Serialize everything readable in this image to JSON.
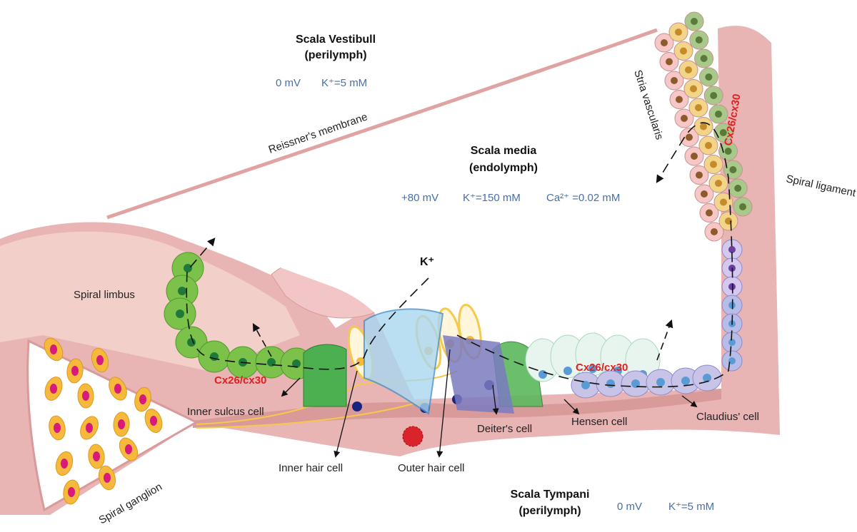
{
  "scala_vestibuli": {
    "title": "Scala Vestibull",
    "subtitle": "(perilymph)",
    "potential": "0 mV",
    "potassium": "K⁺=5 mM"
  },
  "scala_media": {
    "title": "Scala media",
    "subtitle": "(endolymph)",
    "potential": "+80 mV",
    "potassium": "K⁺=150 mM",
    "calcium": "Ca²⁺ =0.02 mM"
  },
  "scala_tympani": {
    "title": "Scala Tympani",
    "subtitle": "(perilymph)",
    "potential": "0 mV",
    "potassium": "K⁺=5 mM"
  },
  "labels": {
    "reissners_membrane": "Reissner's membrane",
    "stria_vascularis": "Stria vascularis",
    "spiral_ligament": "Spiral ligament",
    "spiral_limbus": "Spiral limbus",
    "potassium_ion": "K⁺",
    "inner_sulcus_cell": "Inner sulcus cell",
    "deiters_cell": "Deiter's cell",
    "hensen_cell": "Hensen cell",
    "claudius_cell": "Claudius' cell",
    "inner_hair_cell": "Inner hair cell",
    "outer_hair_cell": "Outer hair cell",
    "spiral_ganglion": "Spiral ganglion"
  },
  "connexin_labels": [
    "Cx26/cx30",
    "Cx26/cx30",
    "Cx26/cx30"
  ],
  "colors": {
    "tissue": "#e8b4b4",
    "tissue_dark": "#d99a9a",
    "values_text": "#4a6fa5",
    "connexin_text": "#e02020",
    "green_cells": "#7cc24a",
    "claudius_cells": "#c8c4e8",
    "hair_cells": "#f6c94a"
  }
}
